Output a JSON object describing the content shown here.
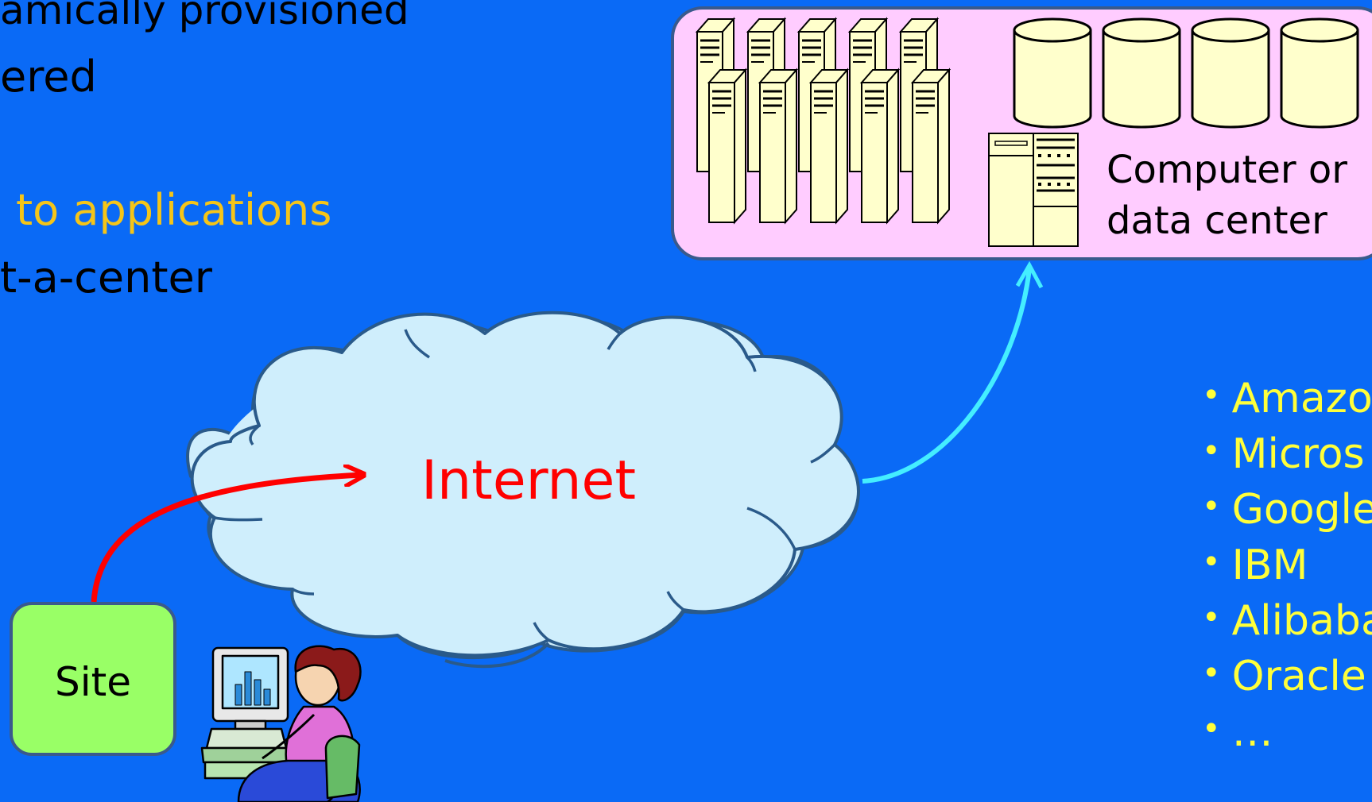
{
  "slide": {
    "bullet_lines": [
      "amically provisioned",
      "ered",
      "to applications",
      "t-a-center"
    ]
  },
  "cloud": {
    "label": "Internet"
  },
  "data_center": {
    "label_line1": "Computer or",
    "label_line2": "data center"
  },
  "site": {
    "label": "Site"
  },
  "providers": {
    "items": [
      "Amazo",
      "Micros",
      "Google",
      "IBM",
      "Alibaba",
      "Oracle",
      "…"
    ],
    "bullet": "•"
  },
  "colors": {
    "background": "#0a6af6",
    "highlight_text": "#f5c518",
    "provider_text": "#ffff3a",
    "internet_text": "#ff0000",
    "cloud_fill": "#cfeefc",
    "datacenter_fill": "#ffccff",
    "site_fill": "#99ff66",
    "equipment_fill": "#ffffcc",
    "red_arrow": "#ff0000",
    "cyan_arrow": "#44eeff"
  },
  "icons": {
    "person": "person-at-computer-icon",
    "server": "server-tower-icon",
    "database": "database-cylinder-icon"
  }
}
